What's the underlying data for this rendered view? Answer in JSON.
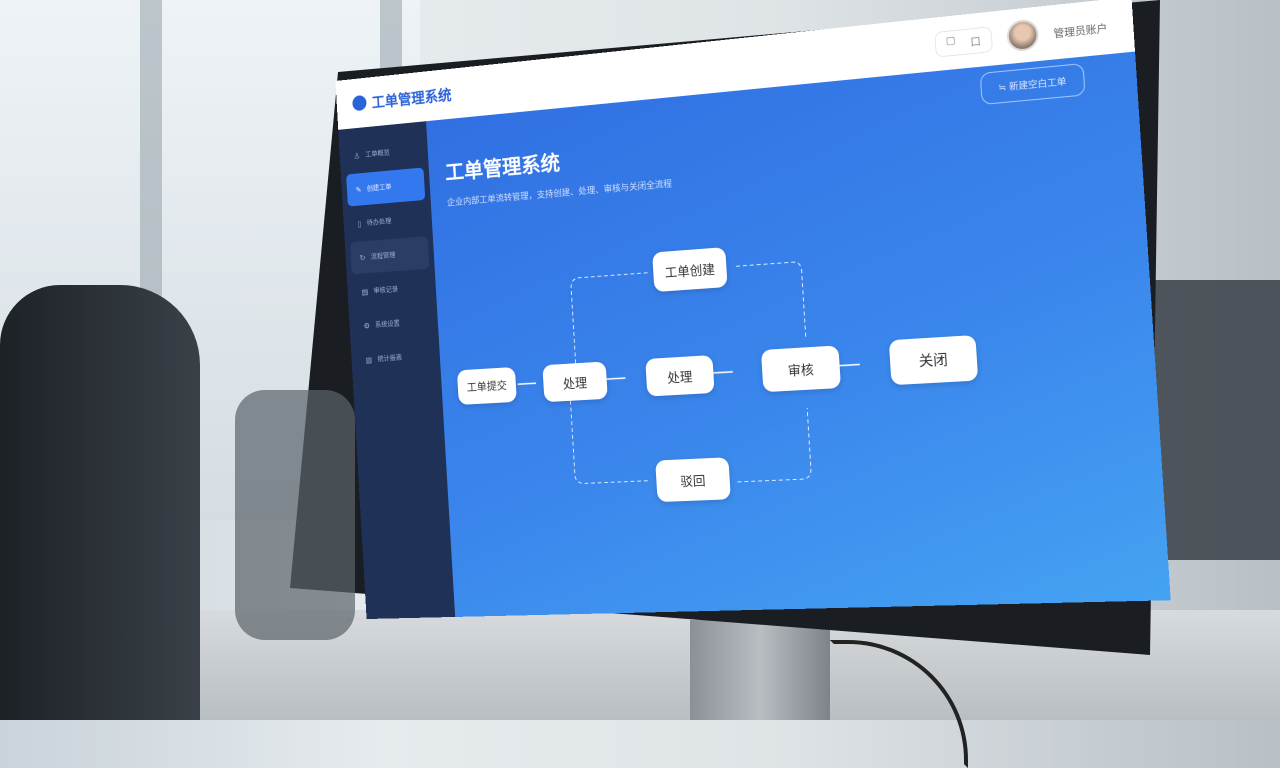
{
  "app": {
    "logo_text": "工单管理系统"
  },
  "header": {
    "icon_button_label": "口",
    "username": "管理员账户"
  },
  "sidebar": {
    "items": [
      {
        "label": "工单概览",
        "icon": "user-icon"
      },
      {
        "label": "创建工单",
        "icon": "edit-icon",
        "active": true
      },
      {
        "label": "待办处理",
        "icon": "file-icon"
      },
      {
        "label": "流程管理",
        "icon": "share-icon"
      },
      {
        "label": "审核记录",
        "icon": "doc-icon"
      },
      {
        "label": "系统设置",
        "icon": "settings-icon"
      },
      {
        "label": "统计报表",
        "icon": "chart-icon"
      }
    ]
  },
  "main": {
    "title": "工单管理系统",
    "subtitle": "企业内部工单流转管理，支持创建、处理、审核与关闭全流程",
    "top_button": "新建空白工单",
    "flow": {
      "nodes": [
        "工单提交",
        "处理",
        "处理",
        "审核",
        "关闭",
        "工单创建",
        "驳回"
      ]
    }
  },
  "colors": {
    "accent": "#3478f0",
    "sidebar": "#1f3157",
    "header": "#ffffff"
  }
}
